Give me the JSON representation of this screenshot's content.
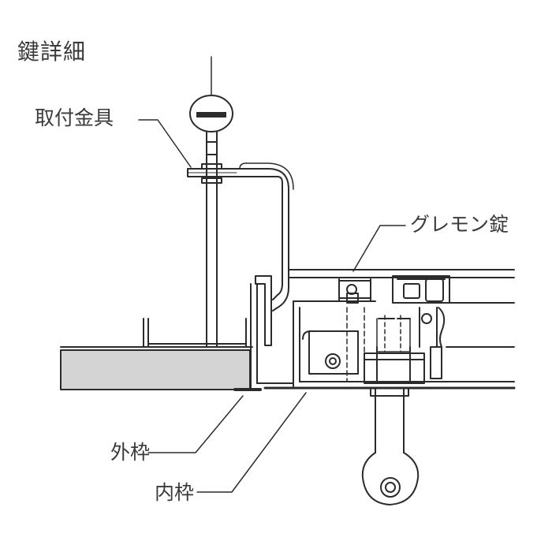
{
  "title": "鍵詳細",
  "labels": {
    "mounting_bracket": "取付金具",
    "gremon_lock": "グレモン錠",
    "outer_frame": "外枠",
    "inner_frame": "内枠"
  },
  "colors": {
    "line": "#2b2b2b",
    "ceiling_board": "#d4d4d4",
    "text": "#3a3a3a"
  }
}
